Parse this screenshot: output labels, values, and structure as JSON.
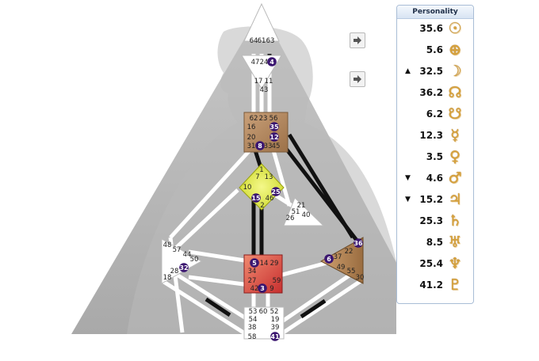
{
  "panel": {
    "title": "Personality",
    "rows": [
      {
        "mark": "",
        "value": "35.6",
        "planet": "sun-icon",
        "glyph": "☉"
      },
      {
        "mark": "",
        "value": "5.6",
        "planet": "earth-icon",
        "glyph": "⊕"
      },
      {
        "mark": "▲",
        "value": "32.5",
        "planet": "moon-icon",
        "glyph": "☽"
      },
      {
        "mark": "",
        "value": "36.2",
        "planet": "north-node-icon",
        "glyph": "☊"
      },
      {
        "mark": "",
        "value": "6.2",
        "planet": "south-node-icon",
        "glyph": "☋"
      },
      {
        "mark": "",
        "value": "12.3",
        "planet": "mercury-icon",
        "glyph": "☿"
      },
      {
        "mark": "",
        "value": "3.5",
        "planet": "venus-icon",
        "glyph": "♀"
      },
      {
        "mark": "▼",
        "value": "4.6",
        "planet": "mars-icon",
        "glyph": "♂"
      },
      {
        "mark": "▼",
        "value": "15.2",
        "planet": "jupiter-icon",
        "glyph": "♃"
      },
      {
        "mark": "",
        "value": "25.3",
        "planet": "saturn-icon",
        "glyph": "♄"
      },
      {
        "mark": "",
        "value": "8.5",
        "planet": "uranus-icon",
        "glyph": "♅"
      },
      {
        "mark": "",
        "value": "25.4",
        "planet": "neptune-icon",
        "glyph": "♆"
      },
      {
        "mark": "",
        "value": "41.2",
        "planet": "pluto-icon",
        "glyph": "♇"
      }
    ]
  },
  "buttons": [
    {
      "name": "expand-arrow-button-1",
      "icon": "arrow-right-icon"
    },
    {
      "name": "expand-arrow-button-2",
      "icon": "arrow-right-icon"
    }
  ],
  "colors": {
    "active_gate": "#3b1670",
    "throat": "#b58a5e",
    "g_center": "#e3ee3c",
    "sacral": "#d9423e",
    "ego": "#a9784c",
    "channel_black": "#111111",
    "undefined_center": "#ffffff"
  },
  "bodygraph": {
    "gates": {
      "head": [
        "64",
        "61",
        "63"
      ],
      "ajna": [
        "47",
        "24",
        "4"
      ],
      "ajna_lower": [
        "17",
        "11",
        "43"
      ],
      "throat": [
        "62",
        "23",
        "56",
        "16",
        "35",
        "20",
        "12",
        "31",
        "8",
        "33",
        "45"
      ],
      "g": [
        "1",
        "7",
        "13",
        "10",
        "25",
        "15",
        "46",
        "2"
      ],
      "ego": [
        "21",
        "51",
        "26",
        "40"
      ],
      "spleen": [
        "48",
        "57",
        "44",
        "50",
        "32",
        "28",
        "18"
      ],
      "sacral": [
        "5",
        "14",
        "29",
        "34",
        "27",
        "59",
        "42",
        "3",
        "9"
      ],
      "solar": [
        "36",
        "22",
        "6",
        "37",
        "49",
        "55",
        "30"
      ],
      "root": [
        "53",
        "60",
        "52",
        "54",
        "19",
        "38",
        "39",
        "58",
        "41"
      ]
    },
    "active_gates": [
      "4",
      "35",
      "12",
      "8",
      "25",
      "15",
      "32",
      "5",
      "3",
      "36",
      "6",
      "41"
    ]
  }
}
